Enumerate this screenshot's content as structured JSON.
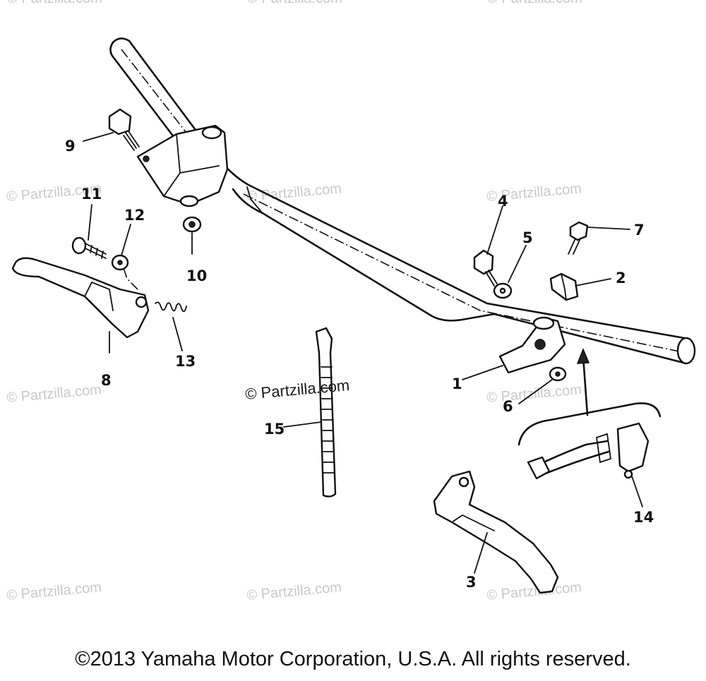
{
  "diagram": {
    "parts": [
      {
        "id": "p1",
        "number": "1"
      },
      {
        "id": "p2",
        "number": "2"
      },
      {
        "id": "p3",
        "number": "3"
      },
      {
        "id": "p4",
        "number": "4"
      },
      {
        "id": "p5",
        "number": "5"
      },
      {
        "id": "p6",
        "number": "6"
      },
      {
        "id": "p7",
        "number": "7"
      },
      {
        "id": "p8",
        "number": "8"
      },
      {
        "id": "p9",
        "number": "9"
      },
      {
        "id": "p10",
        "number": "10"
      },
      {
        "id": "p11",
        "number": "11"
      },
      {
        "id": "p12",
        "number": "12"
      },
      {
        "id": "p13",
        "number": "13"
      },
      {
        "id": "p14",
        "number": "14"
      },
      {
        "id": "p15",
        "number": "15"
      }
    ],
    "watermark_text": "© Partzilla.com",
    "center_watermark": "© Partzilla.com",
    "copyright": "©2013 Yamaha Motor Corporation, U.S.A. All rights reserved."
  }
}
